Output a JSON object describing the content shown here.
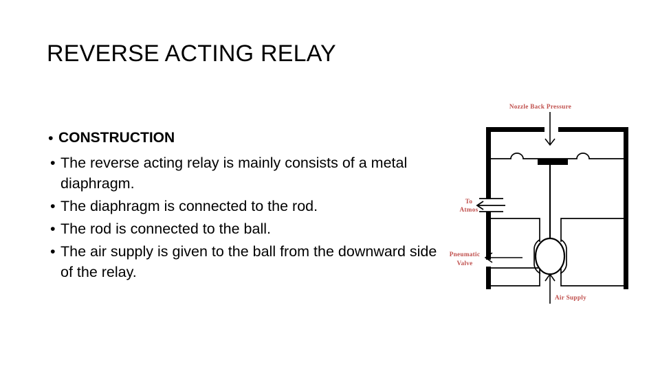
{
  "slide": {
    "title": "REVERSE ACTING RELAY",
    "background_color": "#ffffff",
    "text_color": "#000000"
  },
  "body": {
    "bullets": [
      {
        "id": "construction",
        "text": "CONSTRUCTION",
        "bold": true
      },
      {
        "id": "diaphragm-consists",
        "text": "The reverse acting relay is mainly consists of a metal diaphragm.",
        "bold": false
      },
      {
        "id": "diaphragm-rod",
        "text": "The diaphragm is connected to the rod.",
        "bold": false
      },
      {
        "id": "rod-ball",
        "text": "The rod is connected to the ball.",
        "bold": false
      },
      {
        "id": "air-supply-ball",
        "text": "The air supply is given to the ball from the downward side of the relay.",
        "bold": false
      }
    ],
    "bullet_marker": "•"
  },
  "diagram": {
    "name": "reverse-acting-relay-schematic",
    "label_color": "#c0504d",
    "line_color": "#000000",
    "labels": [
      {
        "id": "nozzle-back-pressure",
        "text": "Nozzle Back Pressure",
        "lines": [
          "Nozzle Back Pressure"
        ]
      },
      {
        "id": "to-atmos",
        "text": "To Atmos",
        "lines": [
          "To",
          "Atmos"
        ]
      },
      {
        "id": "pneumatic-valve",
        "text": "Pneumatic Valve",
        "lines": [
          "Pneumatic",
          "Valve"
        ]
      },
      {
        "id": "air-supply",
        "text": "Air Supply",
        "lines": [
          "Air Supply"
        ]
      }
    ],
    "parts": [
      "housing-outer-wall",
      "diaphragm",
      "diaphragm-center-block",
      "connecting-rod",
      "ball",
      "nozzle-inlet-gap",
      "atmos-vent-port",
      "air-supply-inlet"
    ]
  }
}
